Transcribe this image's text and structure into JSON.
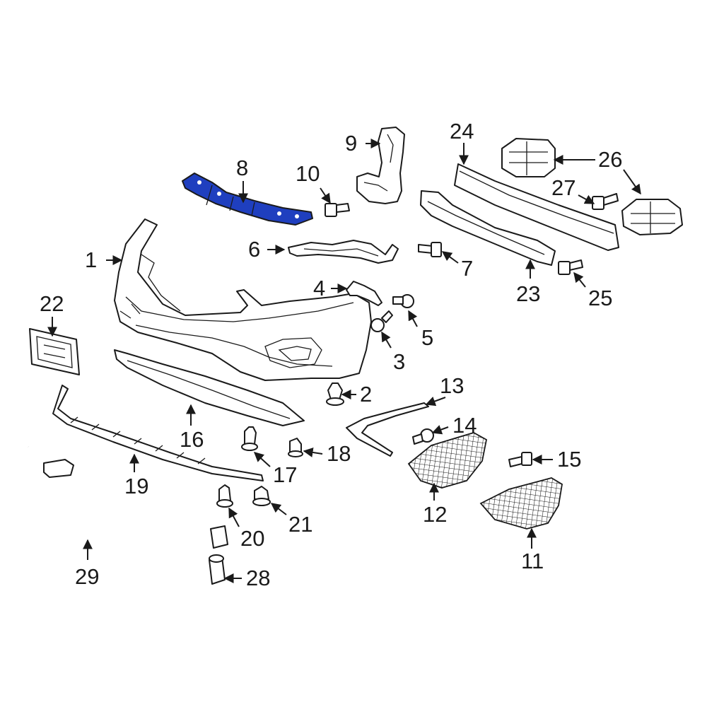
{
  "highlight_color": "#1f3fbf",
  "callouts": [
    {
      "id": "c1",
      "text": "1"
    },
    {
      "id": "c2",
      "text": "2"
    },
    {
      "id": "c3",
      "text": "3"
    },
    {
      "id": "c4",
      "text": "4"
    },
    {
      "id": "c5",
      "text": "5"
    },
    {
      "id": "c6",
      "text": "6"
    },
    {
      "id": "c7",
      "text": "7"
    },
    {
      "id": "c8",
      "text": "8"
    },
    {
      "id": "c9",
      "text": "9"
    },
    {
      "id": "c10",
      "text": "10"
    },
    {
      "id": "c11",
      "text": "11"
    },
    {
      "id": "c12",
      "text": "12"
    },
    {
      "id": "c13",
      "text": "13"
    },
    {
      "id": "c14",
      "text": "14"
    },
    {
      "id": "c15",
      "text": "15"
    },
    {
      "id": "c16",
      "text": "16"
    },
    {
      "id": "c17",
      "text": "17"
    },
    {
      "id": "c18",
      "text": "18"
    },
    {
      "id": "c19",
      "text": "19"
    },
    {
      "id": "c20",
      "text": "20"
    },
    {
      "id": "c21",
      "text": "21"
    },
    {
      "id": "c22",
      "text": "22"
    },
    {
      "id": "c23",
      "text": "23"
    },
    {
      "id": "c24",
      "text": "24"
    },
    {
      "id": "c25",
      "text": "25"
    },
    {
      "id": "c26",
      "text": "26"
    },
    {
      "id": "c27",
      "text": "27"
    },
    {
      "id": "c28",
      "text": "28"
    },
    {
      "id": "c29",
      "text": "29"
    }
  ],
  "highlighted_part": "8"
}
